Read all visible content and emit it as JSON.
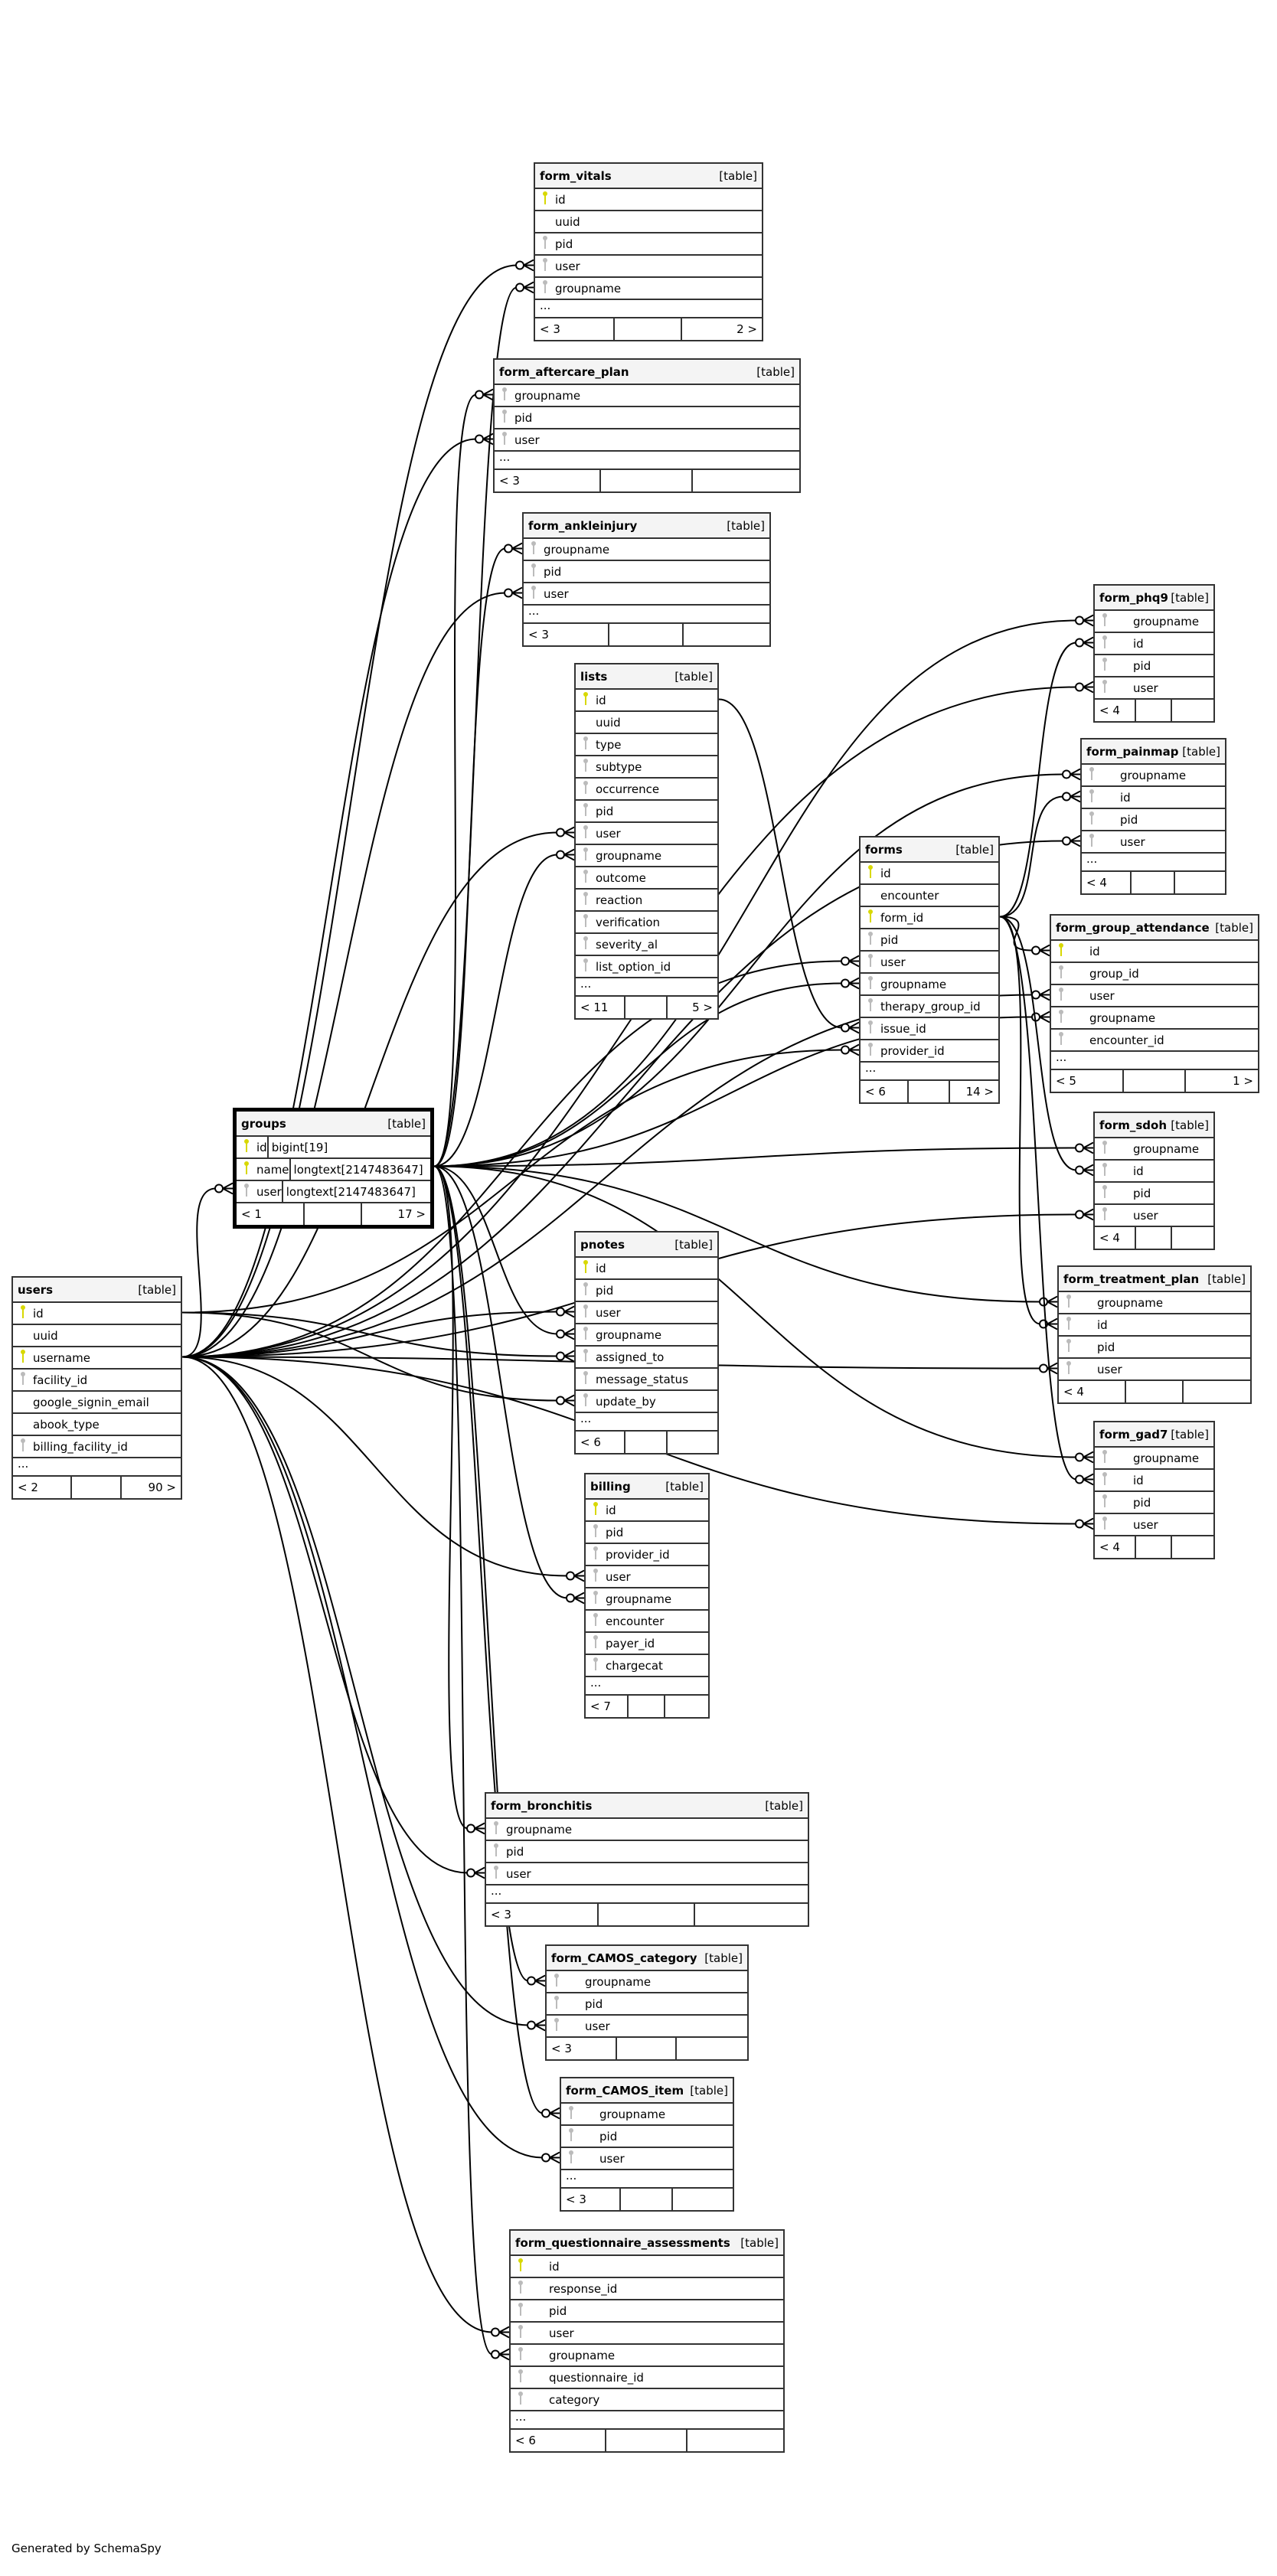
{
  "footer_note": "Generated by SchemaSpy",
  "colors": {
    "primary_key": "#d8d800",
    "foreign_key": "#bbbbbb",
    "header_bg": "#f4f4f4",
    "border": "#333333"
  },
  "table_tag": "[table]",
  "focus_table": "groups",
  "tables": [
    {
      "name": "form_vitals",
      "columns": [
        {
          "name": "id",
          "key": "pk"
        },
        {
          "name": "uuid",
          "key": ""
        },
        {
          "name": "pid",
          "key": "fk"
        },
        {
          "name": "user",
          "key": "fk"
        },
        {
          "name": "groupname",
          "key": "fk"
        }
      ],
      "more": "...",
      "footer": [
        "< 3",
        "",
        "2 >"
      ]
    },
    {
      "name": "form_aftercare_plan",
      "columns": [
        {
          "name": "groupname",
          "key": "fk"
        },
        {
          "name": "pid",
          "key": "fk"
        },
        {
          "name": "user",
          "key": "fk"
        }
      ],
      "more": "...",
      "footer": [
        "< 3",
        "",
        ""
      ]
    },
    {
      "name": "form_ankleinjury",
      "columns": [
        {
          "name": "groupname",
          "key": "fk"
        },
        {
          "name": "pid",
          "key": "fk"
        },
        {
          "name": "user",
          "key": "fk"
        }
      ],
      "more": "...",
      "footer": [
        "< 3",
        "",
        ""
      ]
    },
    {
      "name": "lists",
      "columns": [
        {
          "name": "id",
          "key": "pk"
        },
        {
          "name": "uuid",
          "key": ""
        },
        {
          "name": "type",
          "key": "fk"
        },
        {
          "name": "subtype",
          "key": "fk"
        },
        {
          "name": "occurrence",
          "key": "fk"
        },
        {
          "name": "pid",
          "key": "fk"
        },
        {
          "name": "user",
          "key": "fk"
        },
        {
          "name": "groupname",
          "key": "fk"
        },
        {
          "name": "outcome",
          "key": "fk"
        },
        {
          "name": "reaction",
          "key": "fk"
        },
        {
          "name": "verification",
          "key": "fk"
        },
        {
          "name": "severity_al",
          "key": "fk"
        },
        {
          "name": "list_option_id",
          "key": "fk"
        }
      ],
      "more": "...",
      "footer": [
        "< 11",
        "",
        "5 >"
      ]
    },
    {
      "name": "groups",
      "columns": [
        {
          "name": "id",
          "key": "pk",
          "type": "bigint[19]"
        },
        {
          "name": "name",
          "key": "pk",
          "type": "longtext[2147483647]"
        },
        {
          "name": "user",
          "key": "fk",
          "type": "longtext[2147483647]"
        }
      ],
      "more": "",
      "footer": [
        "< 1",
        "",
        "17 >"
      ]
    },
    {
      "name": "users",
      "columns": [
        {
          "name": "id",
          "key": "pk"
        },
        {
          "name": "uuid",
          "key": ""
        },
        {
          "name": "username",
          "key": "pk"
        },
        {
          "name": "facility_id",
          "key": "fk"
        },
        {
          "name": "google_signin_email",
          "key": ""
        },
        {
          "name": "abook_type",
          "key": ""
        },
        {
          "name": "billing_facility_id",
          "key": "fk"
        }
      ],
      "more": "...",
      "footer": [
        "< 2",
        "",
        "90 >"
      ]
    },
    {
      "name": "pnotes",
      "columns": [
        {
          "name": "id",
          "key": "pk"
        },
        {
          "name": "pid",
          "key": "fk"
        },
        {
          "name": "user",
          "key": "fk"
        },
        {
          "name": "groupname",
          "key": "fk"
        },
        {
          "name": "assigned_to",
          "key": "fk"
        },
        {
          "name": "message_status",
          "key": "fk"
        },
        {
          "name": "update_by",
          "key": "fk"
        }
      ],
      "more": "...",
      "footer": [
        "< 6",
        "",
        ""
      ]
    },
    {
      "name": "billing",
      "columns": [
        {
          "name": "id",
          "key": "pk"
        },
        {
          "name": "pid",
          "key": "fk"
        },
        {
          "name": "provider_id",
          "key": "fk"
        },
        {
          "name": "user",
          "key": "fk"
        },
        {
          "name": "groupname",
          "key": "fk"
        },
        {
          "name": "encounter",
          "key": "fk"
        },
        {
          "name": "payer_id",
          "key": "fk"
        },
        {
          "name": "chargecat",
          "key": "fk"
        }
      ],
      "more": "...",
      "footer": [
        "< 7",
        "",
        ""
      ]
    },
    {
      "name": "form_bronchitis",
      "columns": [
        {
          "name": "groupname",
          "key": "fk"
        },
        {
          "name": "pid",
          "key": "fk"
        },
        {
          "name": "user",
          "key": "fk"
        }
      ],
      "more": "...",
      "footer": [
        "< 3",
        "",
        ""
      ]
    },
    {
      "name": "form_CAMOS_category",
      "columns": [
        {
          "name": "groupname",
          "key": "fk"
        },
        {
          "name": "pid",
          "key": "fk"
        },
        {
          "name": "user",
          "key": "fk"
        }
      ],
      "more": "",
      "footer": [
        "< 3",
        "",
        ""
      ]
    },
    {
      "name": "form_CAMOS_item",
      "columns": [
        {
          "name": "groupname",
          "key": "fk"
        },
        {
          "name": "pid",
          "key": "fk"
        },
        {
          "name": "user",
          "key": "fk"
        }
      ],
      "more": "...",
      "footer": [
        "< 3",
        "",
        ""
      ]
    },
    {
      "name": "form_questionnaire_assessments",
      "columns": [
        {
          "name": "id",
          "key": "pk"
        },
        {
          "name": "response_id",
          "key": "fk"
        },
        {
          "name": "pid",
          "key": "fk"
        },
        {
          "name": "user",
          "key": "fk"
        },
        {
          "name": "groupname",
          "key": "fk"
        },
        {
          "name": "questionnaire_id",
          "key": "fk"
        },
        {
          "name": "category",
          "key": "fk"
        }
      ],
      "more": "...",
      "footer": [
        "< 6",
        "",
        ""
      ]
    },
    {
      "name": "forms",
      "columns": [
        {
          "name": "id",
          "key": "pk"
        },
        {
          "name": "encounter",
          "key": ""
        },
        {
          "name": "form_id",
          "key": "pk"
        },
        {
          "name": "pid",
          "key": "fk"
        },
        {
          "name": "user",
          "key": "fk"
        },
        {
          "name": "groupname",
          "key": "fk"
        },
        {
          "name": "therapy_group_id",
          "key": "fk"
        },
        {
          "name": "issue_id",
          "key": "fk"
        },
        {
          "name": "provider_id",
          "key": "fk"
        }
      ],
      "more": "...",
      "footer": [
        "< 6",
        "",
        "14 >"
      ]
    },
    {
      "name": "form_phq9",
      "columns": [
        {
          "name": "groupname",
          "key": "fk"
        },
        {
          "name": "id",
          "key": "fk"
        },
        {
          "name": "pid",
          "key": "fk"
        },
        {
          "name": "user",
          "key": "fk"
        }
      ],
      "more": "",
      "footer": [
        "< 4",
        "",
        ""
      ]
    },
    {
      "name": "form_painmap",
      "columns": [
        {
          "name": "groupname",
          "key": "fk"
        },
        {
          "name": "id",
          "key": "fk"
        },
        {
          "name": "pid",
          "key": "fk"
        },
        {
          "name": "user",
          "key": "fk"
        }
      ],
      "more": "...",
      "footer": [
        "< 4",
        "",
        ""
      ]
    },
    {
      "name": "form_group_attendance",
      "columns": [
        {
          "name": "id",
          "key": "pk"
        },
        {
          "name": "group_id",
          "key": "fk"
        },
        {
          "name": "user",
          "key": "fk"
        },
        {
          "name": "groupname",
          "key": "fk"
        },
        {
          "name": "encounter_id",
          "key": "fk"
        }
      ],
      "more": "...",
      "footer": [
        "< 5",
        "",
        "1 >"
      ]
    },
    {
      "name": "form_sdoh",
      "columns": [
        {
          "name": "groupname",
          "key": "fk"
        },
        {
          "name": "id",
          "key": "fk"
        },
        {
          "name": "pid",
          "key": "fk"
        },
        {
          "name": "user",
          "key": "fk"
        }
      ],
      "more": "",
      "footer": [
        "< 4",
        "",
        ""
      ]
    },
    {
      "name": "form_treatment_plan",
      "columns": [
        {
          "name": "groupname",
          "key": "fk"
        },
        {
          "name": "id",
          "key": "fk"
        },
        {
          "name": "pid",
          "key": "fk"
        },
        {
          "name": "user",
          "key": "fk"
        }
      ],
      "more": "",
      "footer": [
        "< 4",
        "",
        ""
      ]
    },
    {
      "name": "form_gad7",
      "columns": [
        {
          "name": "groupname",
          "key": "fk"
        },
        {
          "name": "id",
          "key": "fk"
        },
        {
          "name": "pid",
          "key": "fk"
        },
        {
          "name": "user",
          "key": "fk"
        }
      ],
      "more": "",
      "footer": [
        "< 4",
        "",
        ""
      ]
    }
  ],
  "relationships": [
    {
      "from": "users.username",
      "to": [
        "form_vitals.user",
        "form_aftercare_plan.user",
        "form_ankleinjury.user",
        "lists.user",
        "pnotes.user",
        "billing.user",
        "form_bronchitis.user",
        "form_CAMOS_category.user",
        "form_CAMOS_item.user",
        "form_questionnaire_assessments.user",
        "forms.user",
        "form_phq9.user",
        "form_painmap.user",
        "form_group_attendance.user",
        "form_sdoh.user",
        "form_treatment_plan.user",
        "form_gad7.user",
        "groups.user"
      ]
    },
    {
      "from": "users.id",
      "to": [
        "pnotes.assigned_to",
        "pnotes.update_by",
        "forms.provider_id"
      ]
    },
    {
      "from": "groups.name",
      "to": [
        "form_vitals.groupname",
        "form_aftercare_plan.groupname",
        "form_ankleinjury.groupname",
        "lists.groupname",
        "pnotes.groupname",
        "billing.groupname",
        "form_bronchitis.groupname",
        "form_CAMOS_category.groupname",
        "form_CAMOS_item.groupname",
        "form_questionnaire_assessments.groupname",
        "forms.groupname",
        "form_phq9.groupname",
        "form_painmap.groupname",
        "form_group_attendance.groupname",
        "form_sdoh.groupname",
        "form_treatment_plan.groupname",
        "form_gad7.groupname"
      ]
    },
    {
      "from": "forms.form_id",
      "to": [
        "form_phq9.id",
        "form_painmap.id",
        "form_group_attendance.id",
        "form_sdoh.id",
        "form_treatment_plan.id",
        "form_gad7.id"
      ]
    },
    {
      "from": "lists.id",
      "to": [
        "forms.issue_id"
      ]
    }
  ]
}
